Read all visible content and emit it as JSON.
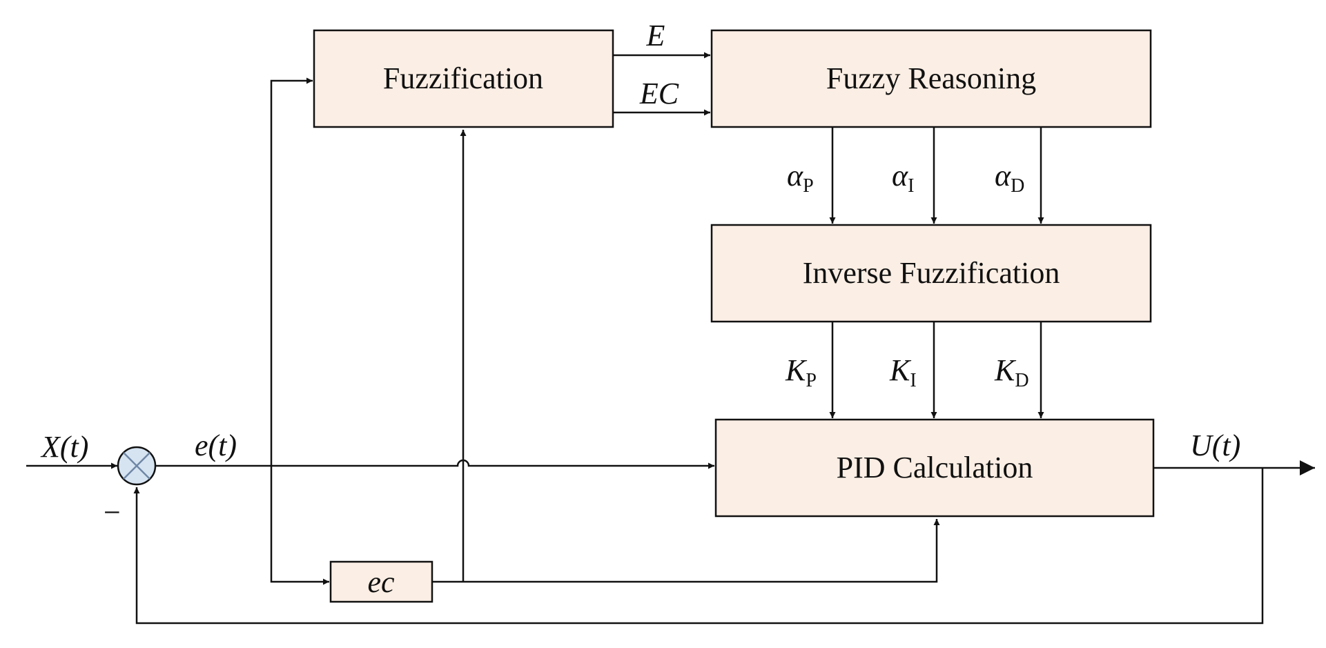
{
  "blocks": {
    "fuzzification": "Fuzzification",
    "fuzzy_reasoning": "Fuzzy Reasoning",
    "inverse_fuzzification": "Inverse Fuzzification",
    "pid_calculation": "PID Calculation",
    "ec": "ec"
  },
  "signals": {
    "input_var": "X",
    "input_arg": "(t)",
    "error_var": "e",
    "error_arg": "(t)",
    "output_var": "U",
    "output_arg": "(t)",
    "E": "E",
    "EC": "EC",
    "minus": "−"
  },
  "alphas": {
    "symbol": "α",
    "p_sub": "P",
    "i_sub": "I",
    "d_sub": "D"
  },
  "gains": {
    "symbol": "K",
    "p_sub": "P",
    "i_sub": "I",
    "d_sub": "D"
  },
  "colors": {
    "block_fill": "#fbeee4",
    "summing_fill": "#d6e4f2",
    "line": "#111111"
  }
}
